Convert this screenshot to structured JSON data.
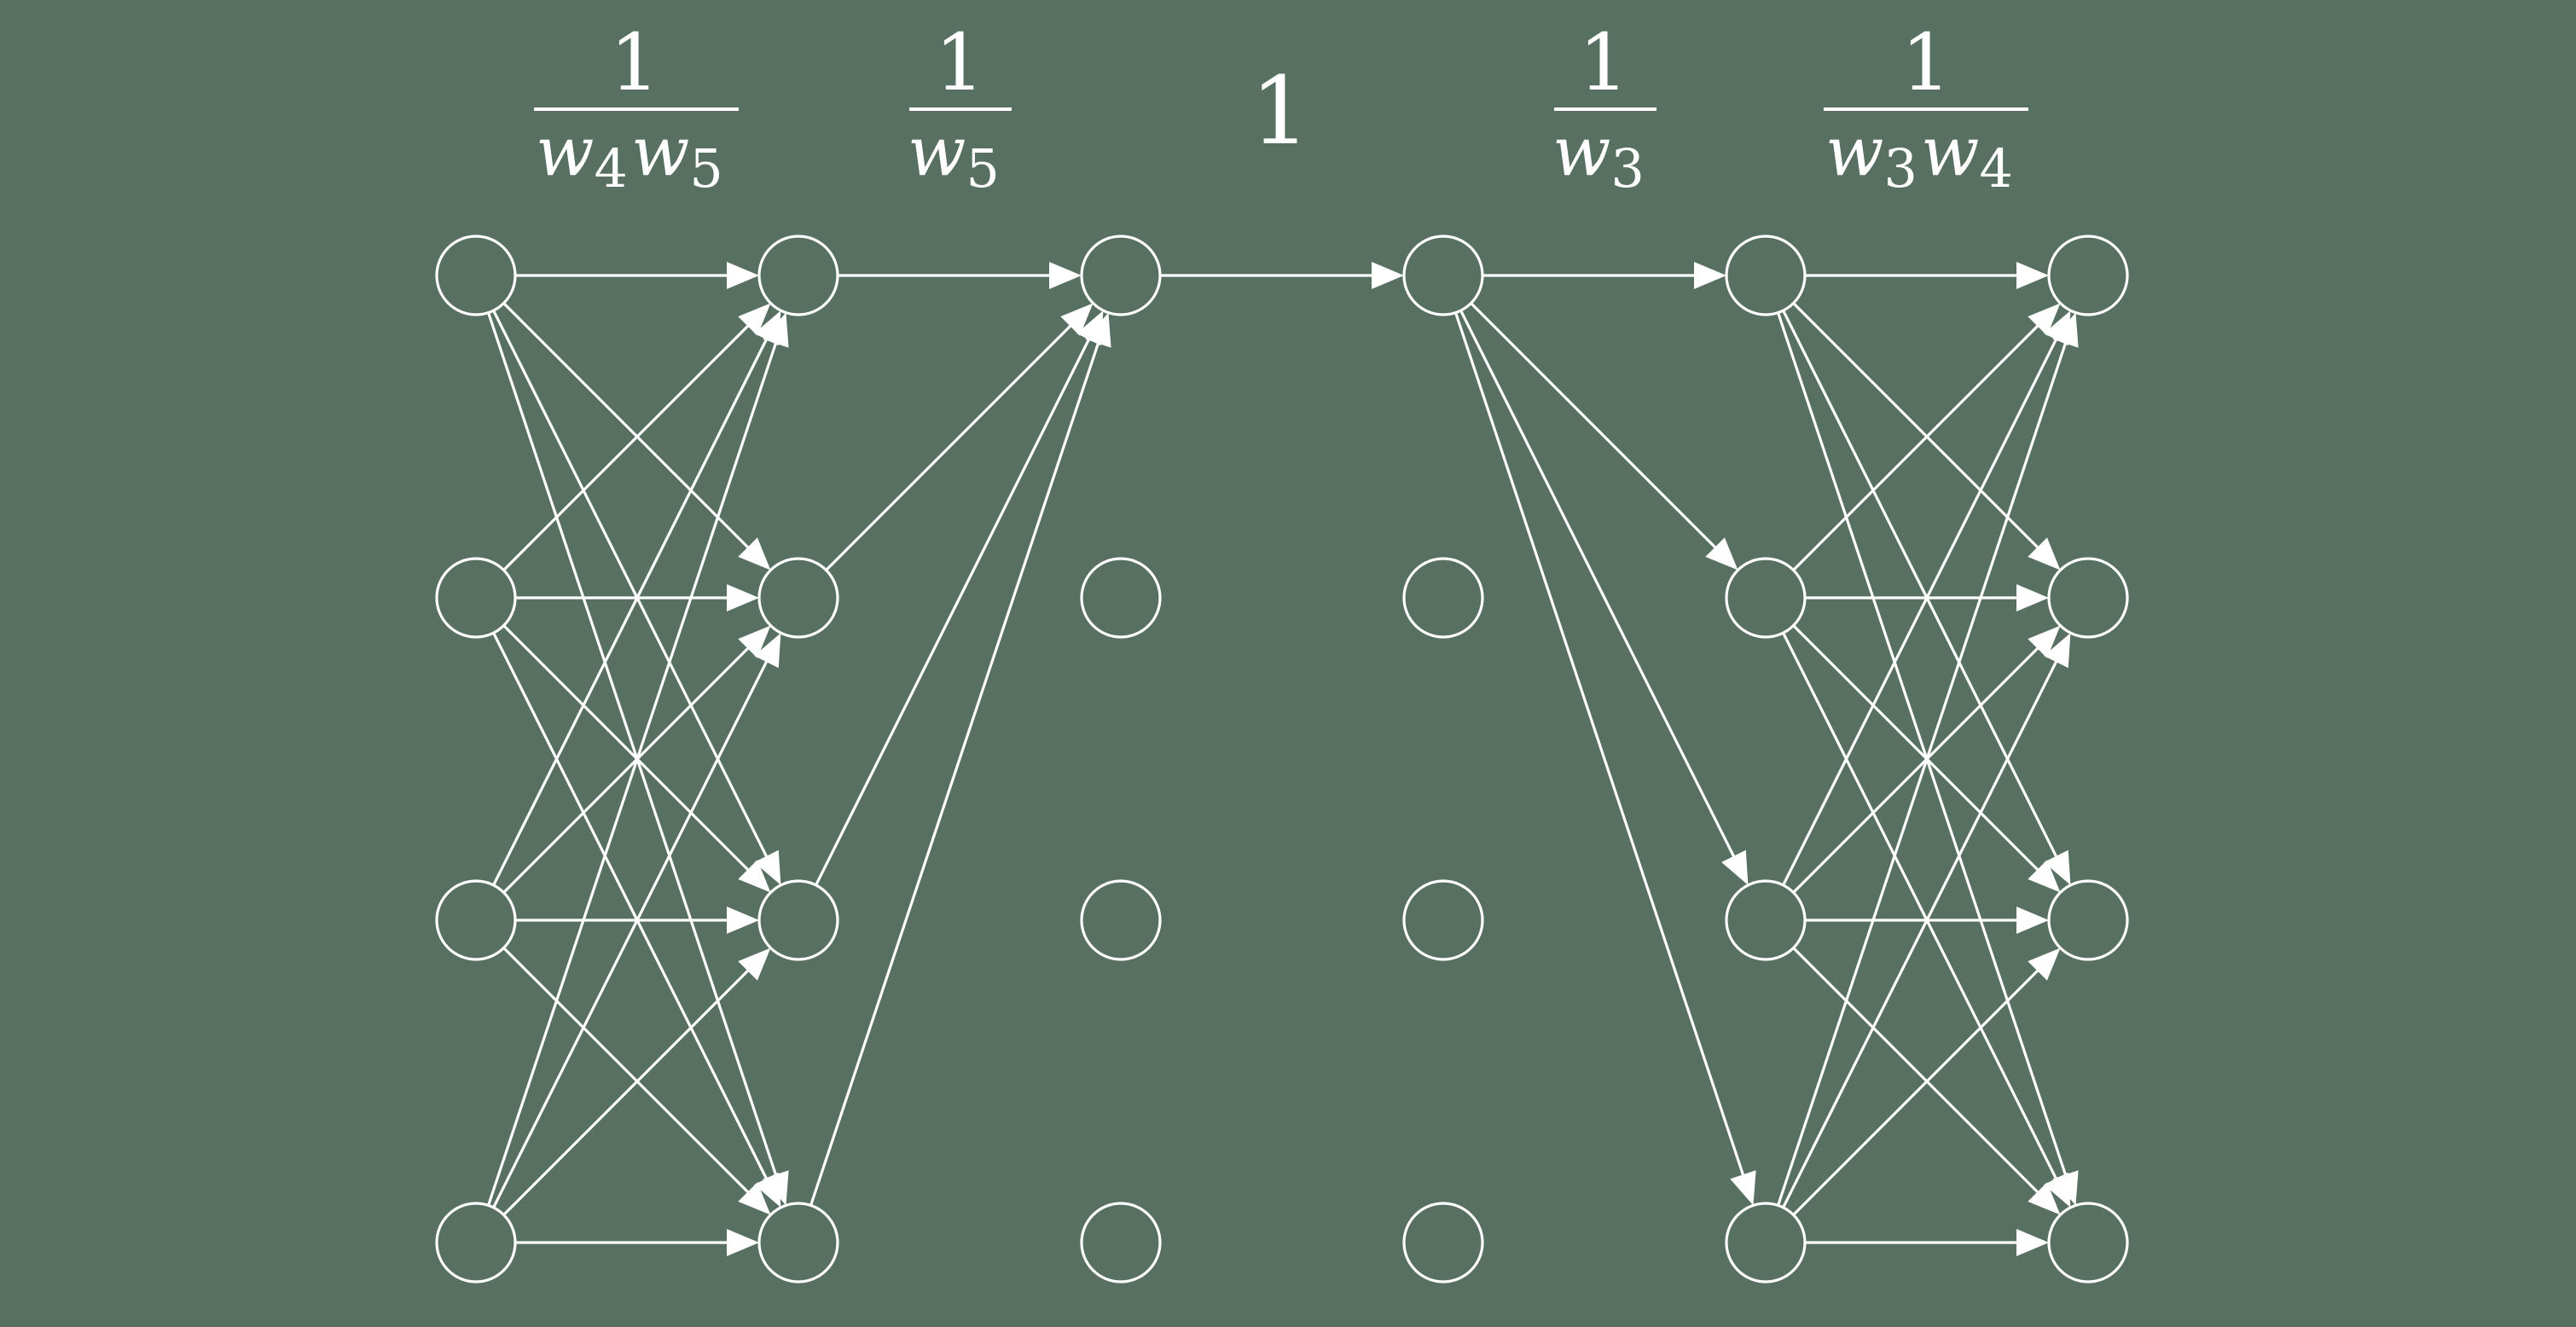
{
  "labels": [
    {
      "numerator": "1",
      "factors": [
        {
          "base": "w",
          "sub": "4"
        },
        {
          "base": "w",
          "sub": "5"
        }
      ]
    },
    {
      "numerator": "1",
      "factors": [
        {
          "base": "w",
          "sub": "5"
        }
      ]
    },
    {
      "numerator": "1",
      "factors": []
    },
    {
      "numerator": "1",
      "factors": [
        {
          "base": "w",
          "sub": "3"
        }
      ]
    },
    {
      "numerator": "1",
      "factors": [
        {
          "base": "w",
          "sub": "3"
        },
        {
          "base": "w",
          "sub": "4"
        }
      ]
    }
  ],
  "network": {
    "layers": 6,
    "nodes_per_layer": 4,
    "edges": [
      [
        0,
        0,
        1,
        0
      ],
      [
        0,
        0,
        1,
        1
      ],
      [
        0,
        0,
        1,
        2
      ],
      [
        0,
        0,
        1,
        3
      ],
      [
        0,
        1,
        1,
        0
      ],
      [
        0,
        1,
        1,
        1
      ],
      [
        0,
        1,
        1,
        2
      ],
      [
        0,
        1,
        1,
        3
      ],
      [
        0,
        2,
        1,
        0
      ],
      [
        0,
        2,
        1,
        1
      ],
      [
        0,
        2,
        1,
        2
      ],
      [
        0,
        2,
        1,
        3
      ],
      [
        0,
        3,
        1,
        0
      ],
      [
        0,
        3,
        1,
        1
      ],
      [
        0,
        3,
        1,
        2
      ],
      [
        0,
        3,
        1,
        3
      ],
      [
        1,
        0,
        2,
        0
      ],
      [
        1,
        1,
        2,
        0
      ],
      [
        1,
        2,
        2,
        0
      ],
      [
        1,
        3,
        2,
        0
      ],
      [
        2,
        0,
        3,
        0
      ],
      [
        3,
        0,
        4,
        0
      ],
      [
        3,
        0,
        4,
        1
      ],
      [
        3,
        0,
        4,
        2
      ],
      [
        3,
        0,
        4,
        3
      ],
      [
        4,
        0,
        5,
        0
      ],
      [
        4,
        0,
        5,
        1
      ],
      [
        4,
        0,
        5,
        2
      ],
      [
        4,
        0,
        5,
        3
      ],
      [
        4,
        1,
        5,
        0
      ],
      [
        4,
        1,
        5,
        1
      ],
      [
        4,
        1,
        5,
        2
      ],
      [
        4,
        1,
        5,
        3
      ],
      [
        4,
        2,
        5,
        0
      ],
      [
        4,
        2,
        5,
        1
      ],
      [
        4,
        2,
        5,
        2
      ],
      [
        4,
        2,
        5,
        3
      ],
      [
        4,
        3,
        5,
        0
      ],
      [
        4,
        3,
        5,
        1
      ],
      [
        4,
        3,
        5,
        2
      ],
      [
        4,
        3,
        5,
        3
      ]
    ]
  }
}
